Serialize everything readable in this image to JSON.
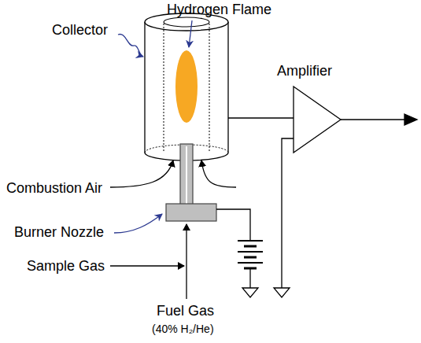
{
  "diagram": {
    "labels": [
      "Collector",
      "Hydrogen Flame",
      "Amplifier",
      "Combustion Air",
      "Burner Nozzle",
      "Sample Gas",
      "Fuel Gas",
      "(40% H₂/He)"
    ]
  }
}
